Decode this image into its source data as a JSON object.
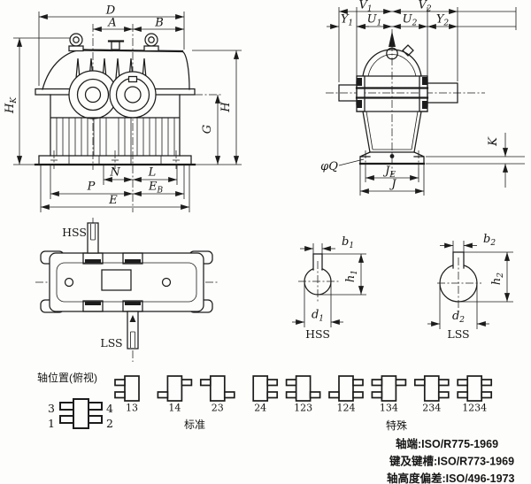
{
  "front_view": {
    "dim_d": "D",
    "dim_a": "A",
    "dim_b": "B",
    "dim_hk": {
      "base": "H",
      "sub": "K"
    },
    "dim_h": "H",
    "dim_g": "G",
    "dim_n": "N",
    "dim_l": "L",
    "dim_p": "P",
    "dim_eb": {
      "base": "E",
      "sub": "B"
    },
    "dim_e": "E"
  },
  "side_view": {
    "dim_v1": {
      "base": "V",
      "sub": "1"
    },
    "dim_v2": {
      "base": "V",
      "sub": "2"
    },
    "dim_y1": {
      "base": "Y",
      "sub": "1"
    },
    "dim_u1": {
      "base": "U",
      "sub": "1"
    },
    "dim_u2": {
      "base": "U",
      "sub": "2"
    },
    "dim_y2": {
      "base": "Y",
      "sub": "2"
    },
    "dim_k": "K",
    "dim_phi_q": "φQ",
    "dim_je": {
      "base": "J",
      "sub": "E"
    },
    "dim_j": "J"
  },
  "top_view": {
    "hss_label": "HSS",
    "lss_label": "LSS"
  },
  "shaft_sections": {
    "hss": {
      "label": "HSS",
      "dim_b": {
        "base": "b",
        "sub": "1"
      },
      "dim_h": {
        "base": "h",
        "sub": "1"
      },
      "dim_d": {
        "base": "d",
        "sub": "1"
      }
    },
    "lss": {
      "label": "LSS",
      "dim_b": {
        "base": "b",
        "sub": "2"
      },
      "dim_h": {
        "base": "h",
        "sub": "2"
      },
      "dim_d": {
        "base": "d",
        "sub": "2"
      }
    }
  },
  "shaft_positions": {
    "title": "轴位置(俯视)",
    "reference": {
      "pos1": "1",
      "pos2": "2",
      "pos3": "3",
      "pos4": "4"
    },
    "standard_label": "标准",
    "special_label": "特殊",
    "variants": [
      {
        "label": "13",
        "stubs": [
          1,
          3
        ]
      },
      {
        "label": "14",
        "stubs": [
          1,
          4
        ]
      },
      {
        "label": "23",
        "stubs": [
          2,
          3
        ]
      },
      {
        "label": "24",
        "stubs": [
          2,
          4
        ]
      },
      {
        "label": "123",
        "stubs": [
          1,
          2,
          3
        ]
      },
      {
        "label": "124",
        "stubs": [
          1,
          2,
          4
        ]
      },
      {
        "label": "134",
        "stubs": [
          1,
          3,
          4
        ]
      },
      {
        "label": "234",
        "stubs": [
          2,
          3,
          4
        ]
      },
      {
        "label": "1234",
        "stubs": [
          1,
          2,
          3,
          4
        ]
      }
    ]
  },
  "standards_notes": [
    {
      "text": "轴端:ISO/R775-1969"
    },
    {
      "text": "键及键槽:ISO/R773-1969"
    },
    {
      "text": "轴高度偏差:ISO/496-1973"
    }
  ]
}
